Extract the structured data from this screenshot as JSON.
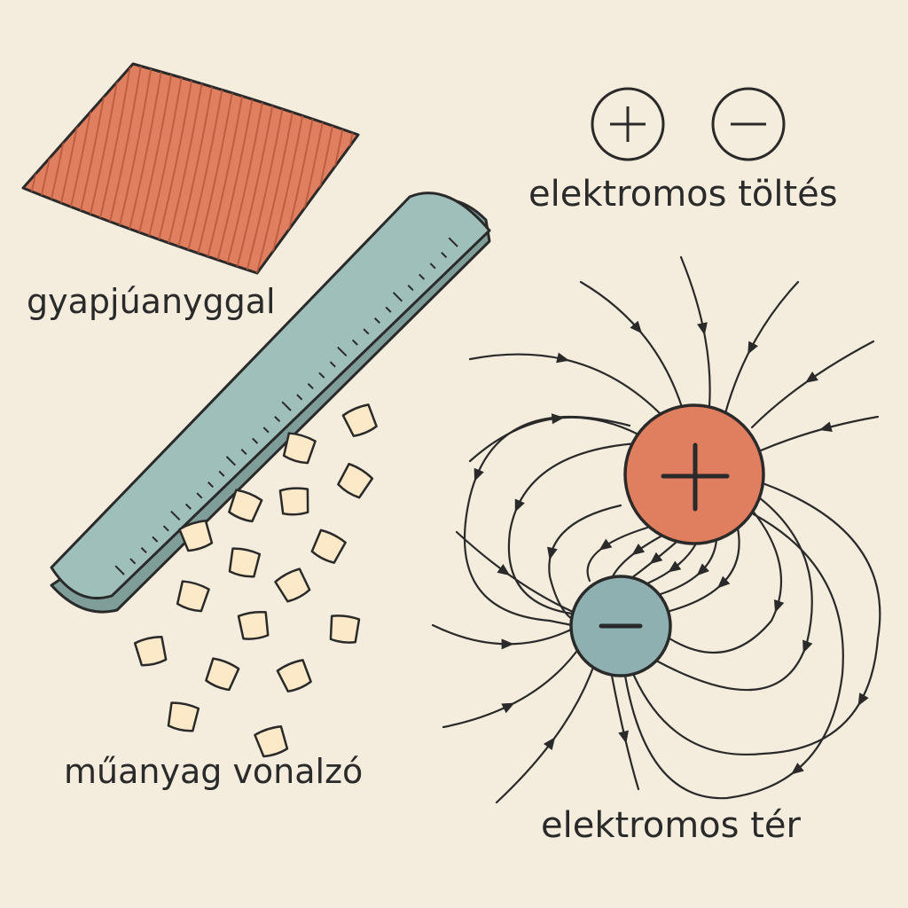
{
  "labels": {
    "wool": "gyapjúanyggal",
    "ruler": "műanyag vonalzó",
    "charge": "elektromos töltés",
    "field": "elektromos tér"
  },
  "symbols": {
    "plus": "+",
    "minus": "−"
  },
  "colors": {
    "background": "#f4ecdc",
    "wool": "#e07f5f",
    "ruler": "#9fbfba",
    "positive_charge": "#e07f5f",
    "negative_charge": "#8fb0b0",
    "paper_bits": "#fbe9c8",
    "ink": "#2a2a2a"
  }
}
